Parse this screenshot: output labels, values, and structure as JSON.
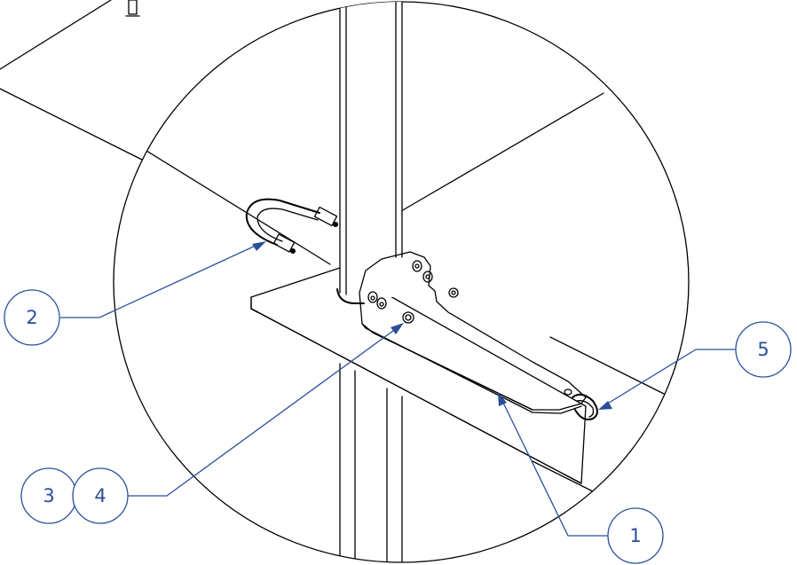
{
  "balloons": [
    {
      "id": "callout-1",
      "label": "1"
    },
    {
      "id": "callout-2",
      "label": "2"
    },
    {
      "id": "callout-3",
      "label": "3"
    },
    {
      "id": "callout-4",
      "label": "4"
    },
    {
      "id": "callout-5",
      "label": "5"
    }
  ],
  "colors": {
    "line": "#000000",
    "callout": "#2a4f9a",
    "background": "#ffffff"
  }
}
